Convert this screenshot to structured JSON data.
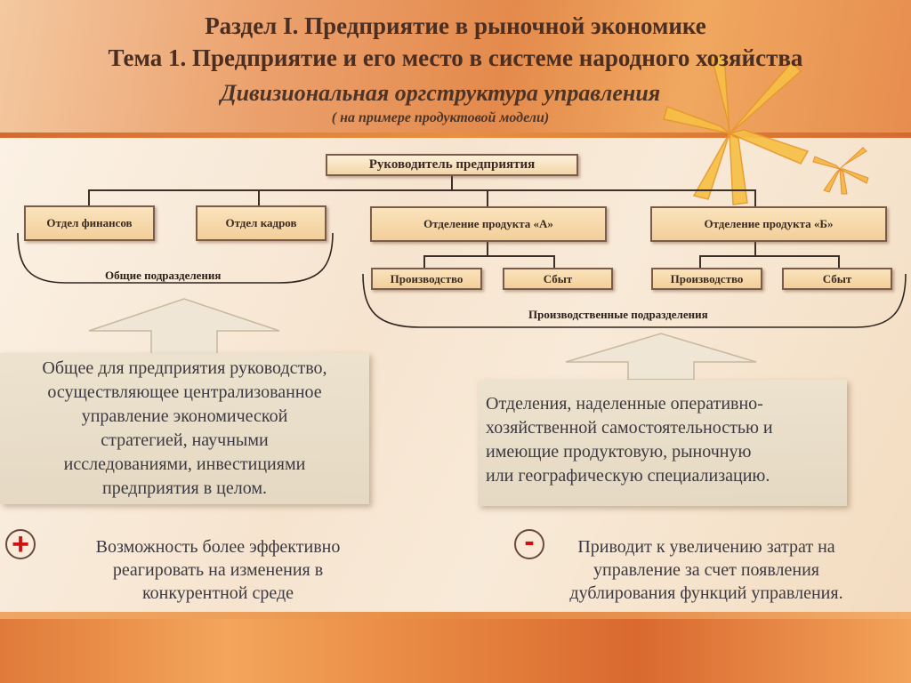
{
  "header": {
    "section_title": "Раздел I. Предприятие в рыночной экономике",
    "topic_title": "Тема 1. Предприятие и его место в системе народного хозяйства",
    "slide_title": "Дивизиональная оргструктура управления",
    "slide_subtitle": "( на примере продуктовой модели)"
  },
  "orgchart": {
    "head": "Руководитель предприятия",
    "dept_finance": "Отдел финансов",
    "dept_hr": "Отдел кадров",
    "division_a": "Отделение продукта «А»",
    "division_b": "Отделение продукта «Б»",
    "a_production": "Производство",
    "a_sales": "Сбыт",
    "b_production": "Производство",
    "b_sales": "Сбыт",
    "general_label": "Общие подразделения",
    "production_label": "Производственные подразделения"
  },
  "descriptions": {
    "general_lines": [
      "Общее для предприятия руководство,",
      "осуществляющее централизованное",
      "управление экономической",
      "стратегией, научными",
      "исследованиями, инвестициями",
      "предприятия в целом."
    ],
    "divisions_lines": [
      "Отделения, наделенные оперативно-",
      "хозяйственной самостоятельностью и",
      "имеющие продуктовую, рыночную",
      "или географическую специализацию."
    ]
  },
  "pros_cons": {
    "plus_symbol": "+",
    "minus_symbol": "-",
    "plus_lines": [
      "Возможность более эффективно",
      "реагировать на изменения в",
      "конкурентной среде"
    ],
    "minus_lines": [
      "Приводит к увеличению затрат на",
      "управление за счет появления",
      "дублирования функций управления."
    ]
  },
  "colors": {
    "header_orange": "#e48a4c",
    "box_fill": "#f2cf9a",
    "plus_minus_red": "#d01010"
  }
}
